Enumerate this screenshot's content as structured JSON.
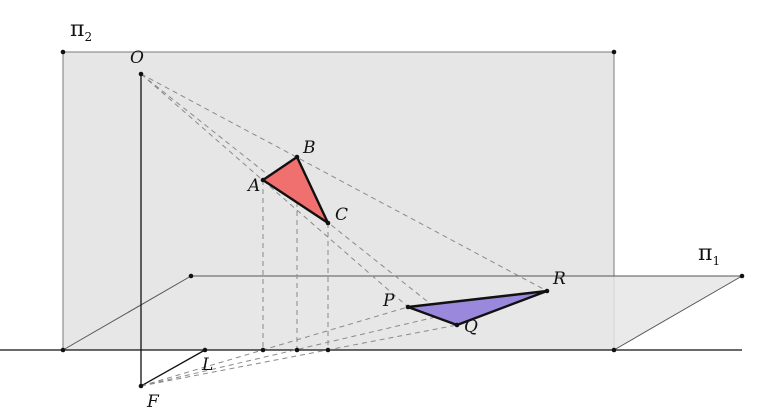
{
  "diagram": {
    "planes": [
      {
        "id": "pi2",
        "symbol": "π",
        "subscript": "2"
      },
      {
        "id": "pi1",
        "symbol": "π",
        "subscript": "1"
      }
    ],
    "points": {
      "O": "O",
      "A": "A",
      "B": "B",
      "C": "C",
      "P": "P",
      "Q": "Q",
      "R": "R",
      "L": "L",
      "F": "F"
    },
    "colors": {
      "plane_fill": "#e6e6e6",
      "plane_edge": "#7a7a7a",
      "triangle_abc": "#f07070",
      "triangle_pqr": "#9a88dd",
      "outline": "#111111",
      "dashed": "#8a8a8a"
    }
  }
}
